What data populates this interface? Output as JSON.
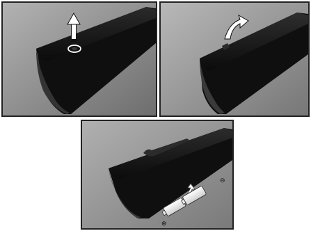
{
  "panels": [
    {
      "step": "open-cover",
      "arrow": "straight-up",
      "icon": "up-arrow-icon"
    },
    {
      "step": "lift-cover",
      "arrow": "curved",
      "icon": "curved-arrow-icon"
    },
    {
      "step": "insert-batteries",
      "arrow": "up",
      "icon": "battery-icon"
    }
  ],
  "battery": {
    "plus_symbol": "⊕",
    "minus_symbol": "⊖"
  },
  "colors": {
    "background": "#8d8d8d",
    "remote": "#111111",
    "border": "#222222",
    "arrow": "#ffffff"
  }
}
